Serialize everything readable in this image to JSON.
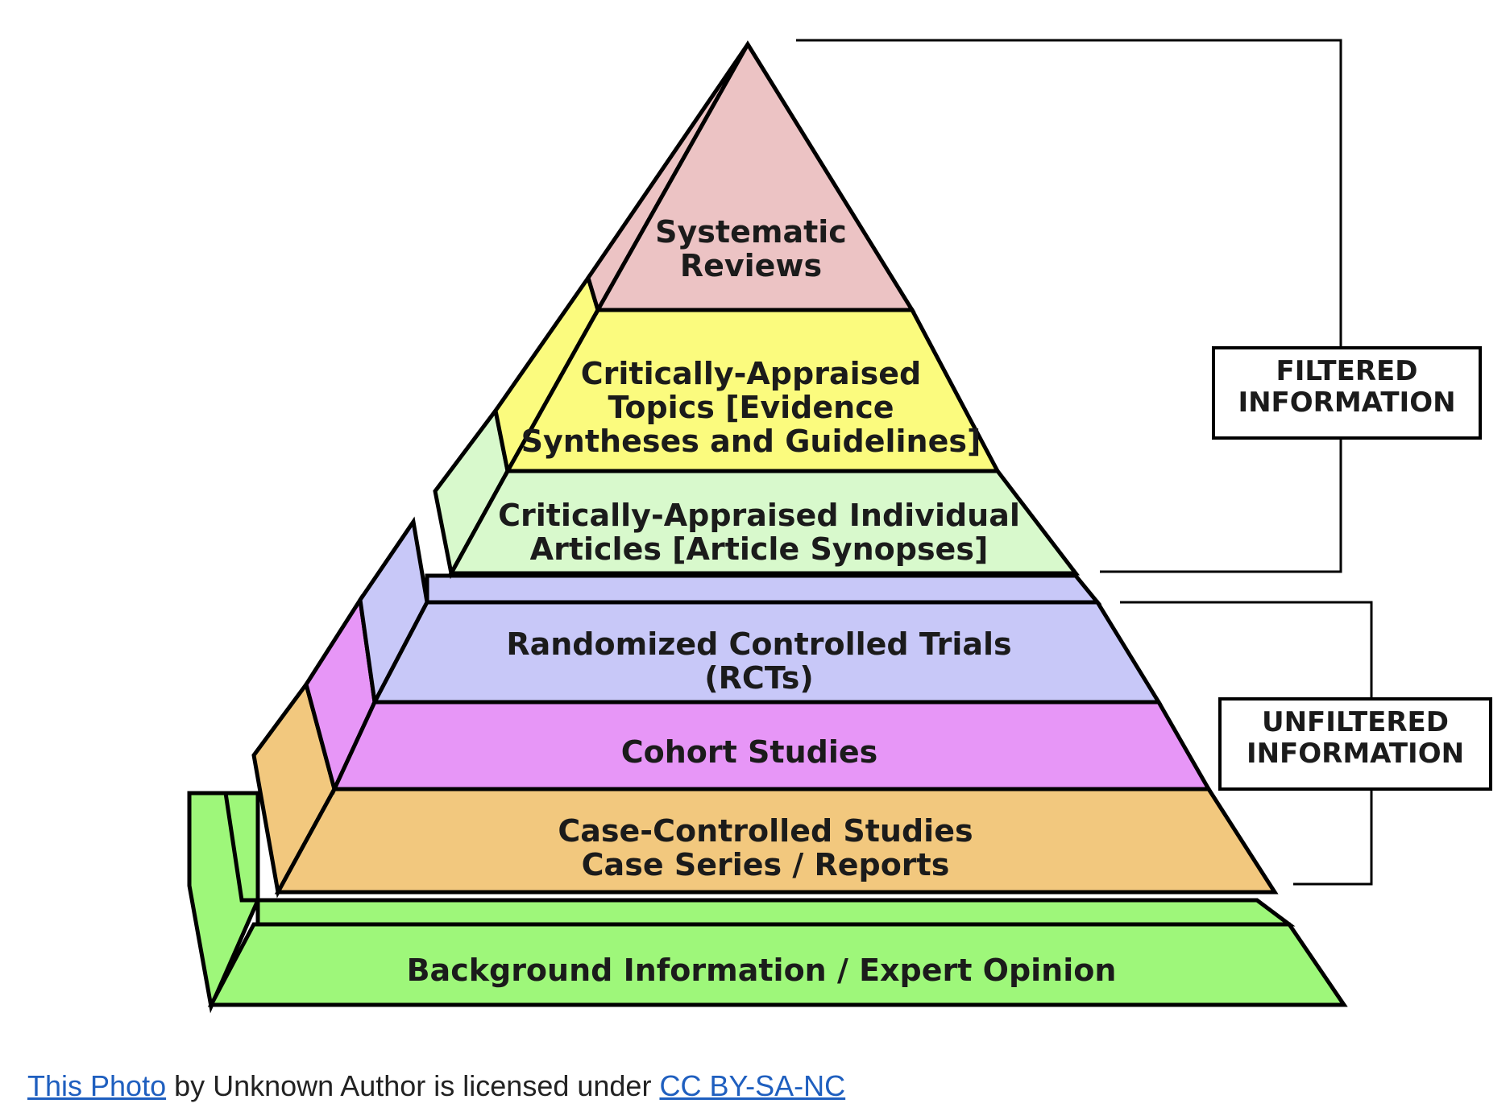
{
  "tiers": [
    {
      "id": "systematic-reviews",
      "lines": [
        "Systematic",
        "Reviews"
      ],
      "color": "#ecc3c4"
    },
    {
      "id": "critically-appraised-topics",
      "lines": [
        "Critically-Appraised",
        "Topics [Evidence",
        "Syntheses and Guidelines]"
      ],
      "color": "#fbfb7e"
    },
    {
      "id": "critically-appraised-articles",
      "lines": [
        "Critically-Appraised Individual",
        "Articles [Article Synopses]"
      ],
      "color": "#d8f9cc"
    },
    {
      "id": "rcts",
      "lines": [
        "Randomized Controlled Trials",
        "(RCTs)"
      ],
      "color": "#c8c8f8"
    },
    {
      "id": "cohort-studies",
      "lines": [
        "Cohort Studies"
      ],
      "color": "#e796f7"
    },
    {
      "id": "case-controlled",
      "lines": [
        "Case-Controlled Studies",
        "Case Series / Reports"
      ],
      "color": "#f2c87e"
    },
    {
      "id": "background",
      "lines": [
        "Background Information / Expert Opinion"
      ],
      "color": "#9ef77a"
    }
  ],
  "brackets": {
    "filtered": [
      "FILTERED",
      "INFORMATION"
    ],
    "unfiltered": [
      "UNFILTERED",
      "INFORMATION"
    ]
  },
  "caption": {
    "photo_link": "This Photo",
    "middle": " by Unknown Author is licensed under ",
    "license_link": "CC BY-SA-NC"
  }
}
